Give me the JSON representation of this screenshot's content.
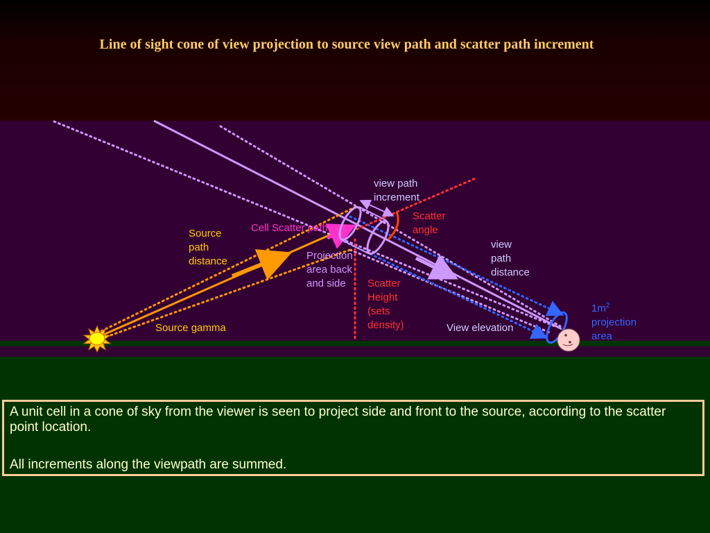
{
  "title": "Line of sight cone of view projection to source view path and scatter path increment",
  "labels": {
    "view_path_increment": "view path\nincrement",
    "scatter_angle": "Scatter\nangle",
    "cell_scatter_path": "Cell Scatter path",
    "source_path_distance": "Source\npath\ndistance",
    "projection_area": "Projection\narea back\nand side",
    "view_path_distance": "view\npath\ndistance",
    "scatter_height": "Scatter\nHeight\n(sets\ndensity)",
    "source_gamma": "Source gamma",
    "view_elevation": "View elevation",
    "projection_1m_prefix": "1m",
    "projection_1m_sup": "2",
    "projection_1m_rest": "projection\narea"
  },
  "caption": {
    "p1": "A unit cell in a cone of sky from the viewer is seen to project side and front to the source, according to the scatter point location.",
    "p2": "All increments along the viewpath are summed."
  },
  "colors": {
    "view_path": "#cc99ff",
    "view_cone_light": "#cc99ff",
    "view_cone_blue": "#3366ff",
    "source_path": "#ff9900",
    "scatter": "#ff3333",
    "cell_scatter_path": "#ff33cc",
    "source_gamma": "#ffcc00",
    "view_text": "#ccccff",
    "projection_blue": "#3366ff"
  },
  "icons": {
    "sun": "sun-icon",
    "viewer": "viewer-eye-icon"
  }
}
